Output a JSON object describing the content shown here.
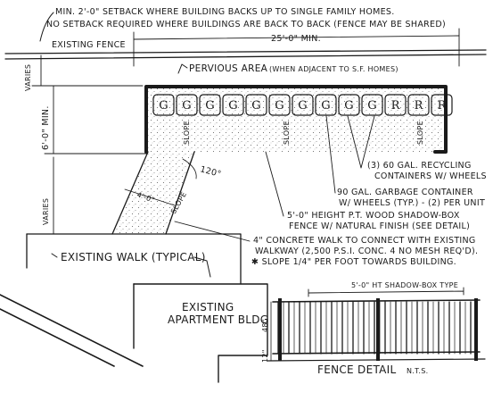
{
  "notes": {
    "setback_line1": "MIN. 2'-0\" SETBACK WHERE BUILDING BACKS UP TO SINGLE FAMILY HOMES.",
    "setback_line2": "NO SETBACK REQUIRED WHERE BUILDINGS ARE BACK TO BACK (FENCE MAY BE SHARED)",
    "existing_fence": "EXISTING FENCE",
    "varies_top": "VARIES",
    "width_min": "25'-0\" MIN.",
    "pervious_area": "PERVIOUS AREA",
    "pervious_note": "(WHEN ADJACENT TO S.F. HOMES)",
    "depth_min": "6'-0\" MIN.",
    "varies_side": "VARIES",
    "angle": "120°",
    "walk_width": "4'-0\"",
    "slope1": "SLOPE",
    "slope2": "SLOPE",
    "slope3": "SLOPE",
    "slope4": "SLOPE",
    "recycling_line1": "(3) 60 GAL. RECYCLING",
    "recycling_line2": "CONTAINERS W/ WHEELS",
    "garbage_line1": "90 GAL. GARBAGE CONTAINER",
    "garbage_line2": "W/ WHEELS (TYP.) - (2) PER UNIT",
    "fence_line1": "5'-0\" HEIGHT P.T. WOOD SHADOW-BOX",
    "fence_line2": "FENCE W/ NATURAL FINISH (SEE DETAIL)",
    "walk_line1": "4\" CONCRETE WALK TO CONNECT WITH EXISTING",
    "walk_line2": "WALKWAY (2,500 P.S.I. CONC. 4 NO MESH REQ'D).",
    "walk_line3": "✱ SLOPE 1/4\" PER FOOT TOWARDS BUILDING.",
    "existing_walk": "EXISTING WALK (TYPICAL)",
    "building_line1": "EXISTING",
    "building_line2": "APARTMENT BLDG",
    "fence_type": "5'-0\" HT SHADOW-BOX TYPE",
    "dim_48": "48\"",
    "dim_12": "12\"",
    "fence_detail": "FENCE DETAIL",
    "nts": "N.T.S."
  },
  "bins": [
    "G",
    "G",
    "G",
    "G",
    "G",
    "G",
    "G",
    "G",
    "G",
    "G",
    "R",
    "R",
    "R"
  ]
}
